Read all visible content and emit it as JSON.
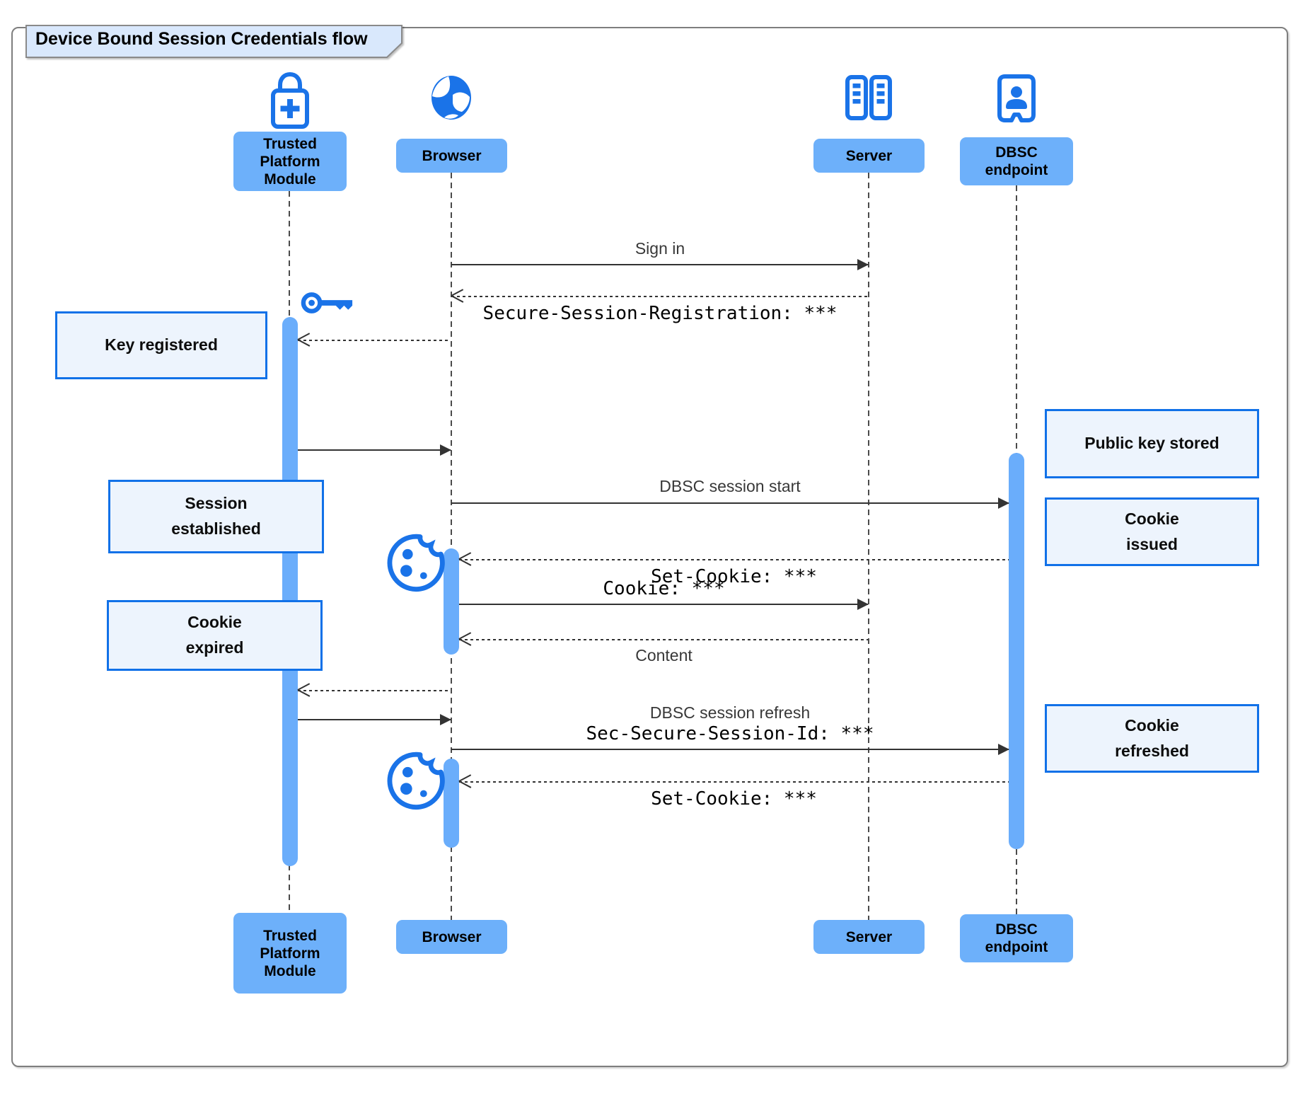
{
  "title": "Device Bound Session Credentials flow",
  "actors": [
    {
      "id": "tpm",
      "label": "Trusted Platform Module",
      "icon": "lock-plus-icon"
    },
    {
      "id": "browser",
      "label": "Browser",
      "icon": "globe-icon"
    },
    {
      "id": "server",
      "label": "Server",
      "icon": "server-icon"
    },
    {
      "id": "dbsc",
      "label": "DBSC endpoint",
      "icon": "doorway-person-icon"
    }
  ],
  "messages": [
    {
      "id": "sign-in",
      "label": "Sign in",
      "from": "Browser",
      "to": "Server",
      "line": "solid"
    },
    {
      "id": "secure-session-registration",
      "label": "Secure-Session-Registration: ***",
      "from": "Server",
      "to": "Browser",
      "line": "dashed"
    },
    {
      "id": "key-request",
      "label": "",
      "from": "Browser",
      "to": "Trusted Platform Module",
      "line": "dashed"
    },
    {
      "id": "key-response",
      "label": "",
      "from": "Trusted Platform Module",
      "to": "Browser",
      "line": "solid"
    },
    {
      "id": "dbsc-session-start",
      "label": "DBSC session start",
      "from": "Browser",
      "to": "DBSC endpoint",
      "line": "solid"
    },
    {
      "id": "set-cookie-1",
      "label": "Set-Cookie: ***",
      "from": "DBSC endpoint",
      "to": "Browser",
      "line": "dashed"
    },
    {
      "id": "cookie",
      "label": "Cookie: ***",
      "from": "Browser",
      "to": "Server",
      "line": "solid"
    },
    {
      "id": "content",
      "label": "Content",
      "from": "Server",
      "to": "Browser",
      "line": "dashed"
    },
    {
      "id": "refresh-key-request",
      "label": "",
      "from": "Browser",
      "to": "Trusted Platform Module",
      "line": "dashed"
    },
    {
      "id": "refresh-key-response",
      "label": "",
      "from": "Trusted Platform Module",
      "to": "Browser",
      "line": "solid"
    },
    {
      "id": "dbsc-session-refresh",
      "label": "DBSC session refresh",
      "label2": "Sec-Secure-Session-Id: ***",
      "from": "Browser",
      "to": "DBSC endpoint",
      "line": "solid"
    },
    {
      "id": "set-cookie-2",
      "label": "Set-Cookie: ***",
      "from": "DBSC endpoint",
      "to": "Browser",
      "line": "dashed"
    }
  ],
  "notes": {
    "left": [
      "Key registered",
      "Session established",
      "Cookie expired"
    ],
    "right": [
      "Public key stored",
      "Cookie issued",
      "Cookie refreshed"
    ]
  },
  "icons": [
    "lock-plus-icon",
    "globe-icon",
    "server-icon",
    "doorway-person-icon",
    "key-icon",
    "cookie-icon"
  ],
  "colors": {
    "icon_blue": "#1a73e8",
    "actor_fill": "#6db0fa",
    "activation_fill": "#6aadfb",
    "note_fill": "#edf4fd",
    "note_border": "#1171e8",
    "title_fill": "#d9e8fc",
    "line_color": "#333333"
  }
}
